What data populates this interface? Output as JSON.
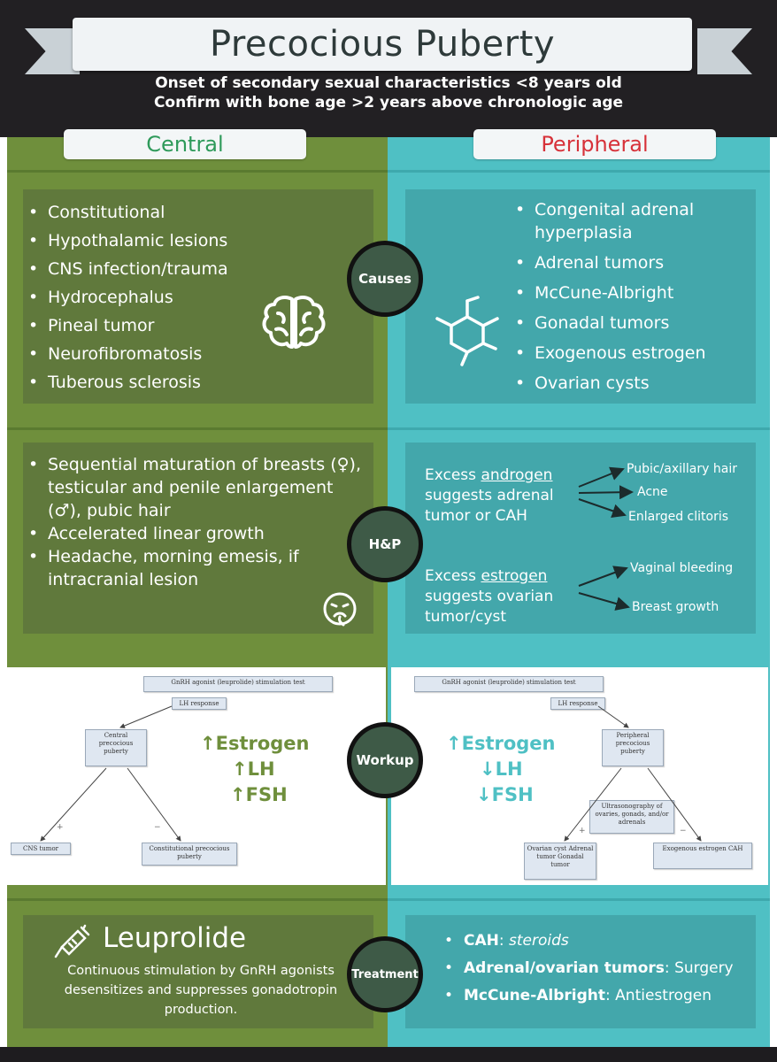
{
  "header": {
    "title": "Precocious Puberty",
    "subtitle_1": "Onset of secondary sexual characteristics <8 years old",
    "subtitle_2": "Confirm with bone age >2 years above chronologic age"
  },
  "columns": {
    "central": "Central",
    "peripheral": "Peripheral"
  },
  "colors": {
    "central_green": "#6f8f3c",
    "peripheral_teal": "#4fc0c4",
    "central_title": "#2e9a5a",
    "peripheral_title": "#d7323a",
    "badge": "#3e5a47"
  },
  "causes": {
    "badge": "Causes",
    "central": [
      "Constitutional",
      "Hypothalamic lesions",
      "CNS infection/trauma",
      "Hydrocephalus",
      "Pineal tumor",
      "Neurofibromatosis",
      "Tuberous sclerosis"
    ],
    "central_icon": "brain-icon",
    "peripheral": [
      "Congenital adrenal hyperplasia",
      "Adrenal tumors",
      "McCune-Albright",
      "Gonadal tumors",
      "Exogenous estrogen",
      "Ovarian cysts"
    ],
    "peripheral_icon": "molecule-icon"
  },
  "hp": {
    "badge": "H&P",
    "central": [
      "Sequential maturation of breasts (♀), testicular and penile enlargement (♂), pubic hair",
      "Accelerated linear growth",
      "Headache, morning emesis, if intracranial lesion"
    ],
    "central_icon": "vomiting-face-icon",
    "androgen": {
      "prefix": "Excess ",
      "keyword": "androgen",
      "suffix": "suggests adrenal tumor or CAH",
      "targets": [
        "Pubic/axillary hair",
        "Acne",
        "Enlarged clitoris"
      ]
    },
    "estrogen": {
      "prefix": "Excess ",
      "keyword": "estrogen",
      "suffix": "suggests ovarian tumor/cyst",
      "targets": [
        "Vaginal bleeding",
        "Breast growth"
      ]
    }
  },
  "workup": {
    "badge": "Workup",
    "central": {
      "test": "GnRH agonist (leuprolide) stimulation test",
      "response": "LH response",
      "node_main": "Central precocious puberty",
      "plus": "+",
      "minus": "−",
      "leaf_left": "CNS tumor",
      "leaf_right": "Constitutional precocious puberty",
      "hormones": [
        "Estrogen",
        "LH",
        "FSH"
      ],
      "hormone_arrows": [
        "↑",
        "↑",
        "↑"
      ]
    },
    "peripheral": {
      "test": "GnRH agonist (leuprolide) stimulation test",
      "response": "LH response",
      "node_main": "Peripheral precocious puberty",
      "node_mid": "Ultrasonography of ovaries, gonads, and/or adrenals",
      "plus": "+",
      "minus": "−",
      "leaf_left": "Ovarian cyst Adrenal tumor Gonadal tumor",
      "leaf_right": "Exogenous estrogen CAH",
      "hormones": [
        "Estrogen",
        "LH",
        "FSH"
      ],
      "hormone_arrows": [
        "↑",
        "↓",
        "↓"
      ]
    }
  },
  "treatment": {
    "badge": "Treatment",
    "drug": "Leuprolide",
    "drug_icon": "syringe-icon",
    "description": "Continuous stimulation by GnRH agonists desensitizes and suppresses gonadotropin production.",
    "peripheral": [
      {
        "bold": "CAH",
        "sep": ": ",
        "text": "steroids",
        "italic": true
      },
      {
        "bold": "Adrenal/ovarian tumors",
        "sep": ": ",
        "text": "Surgery",
        "italic": false
      },
      {
        "bold": "McCune-Albright",
        "sep": ": ",
        "text": "Antiestrogen",
        "italic": false
      }
    ]
  }
}
